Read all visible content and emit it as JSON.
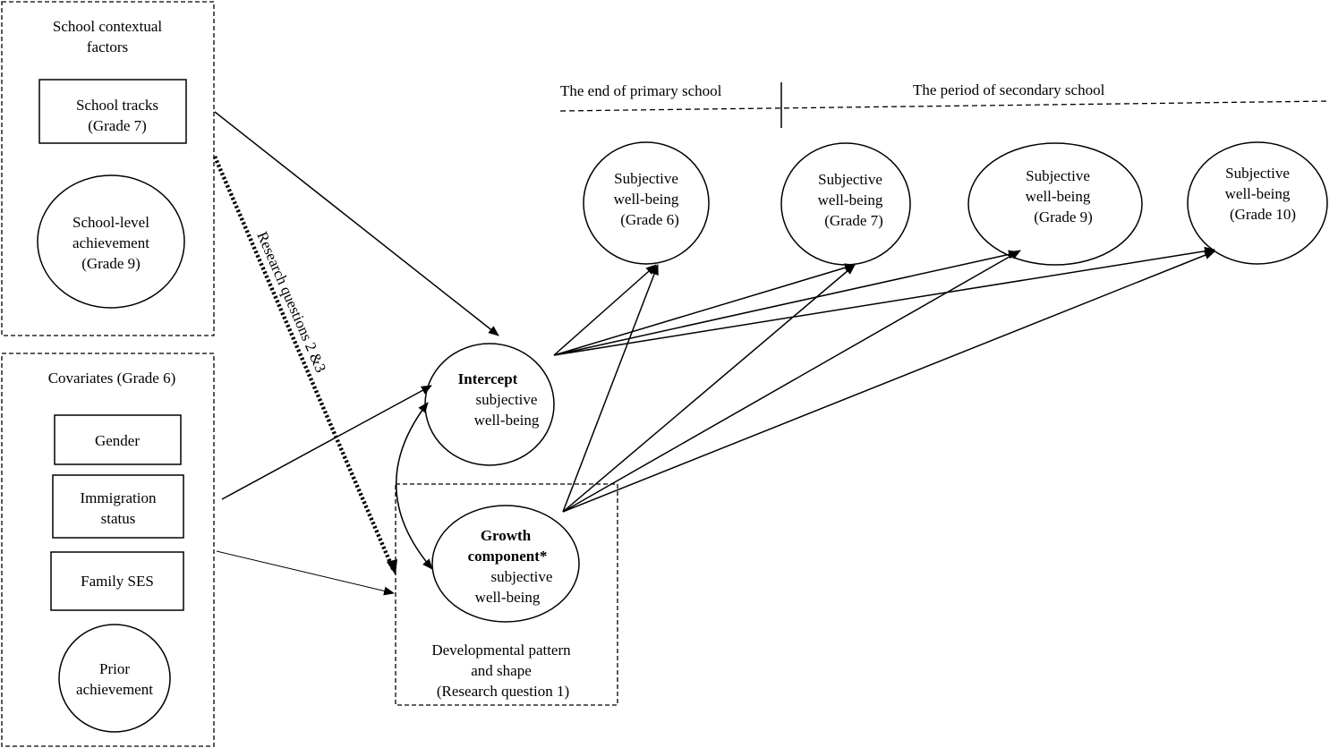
{
  "school_context": {
    "title_line1": "School contextual",
    "title_line2": "factors",
    "school_tracks": {
      "line1": "School tracks",
      "line2": "(Grade 7)"
    },
    "school_achievement": {
      "line1": "School-level",
      "line2": "achievement",
      "line3": "(Grade 9)"
    }
  },
  "covariates": {
    "title": "Covariates (Grade 6)",
    "gender": "Gender",
    "immigration": {
      "line1": "Immigration",
      "line2": "status"
    },
    "family_ses": "Family SES",
    "prior_achievement": {
      "line1": "Prior",
      "line2": "achievement"
    }
  },
  "research_questions_label": "Research questions 2 &3",
  "timeline": {
    "primary": "The end of primary school",
    "secondary": "The period of secondary school"
  },
  "outcomes": [
    {
      "line1": "Subjective",
      "line2": "well-being",
      "line3": "(Grade 6)"
    },
    {
      "line1": "Subjective",
      "line2": "well-being",
      "line3": "(Grade 7)"
    },
    {
      "line1": "Subjective",
      "line2": "well-being",
      "line3": "(Grade 9)"
    },
    {
      "line1": "Subjective",
      "line2": "well-being",
      "line3": "(Grade 10)"
    }
  ],
  "intercept": {
    "line1": "Intercept",
    "line2": "subjective",
    "line3": "well-being"
  },
  "growth": {
    "line1": "Growth",
    "line2": "component*",
    "line3": "subjective",
    "line4": "well-being"
  },
  "developmental": {
    "line1": "Developmental pattern",
    "line2": "and shape",
    "line3": "(Research question 1)"
  }
}
